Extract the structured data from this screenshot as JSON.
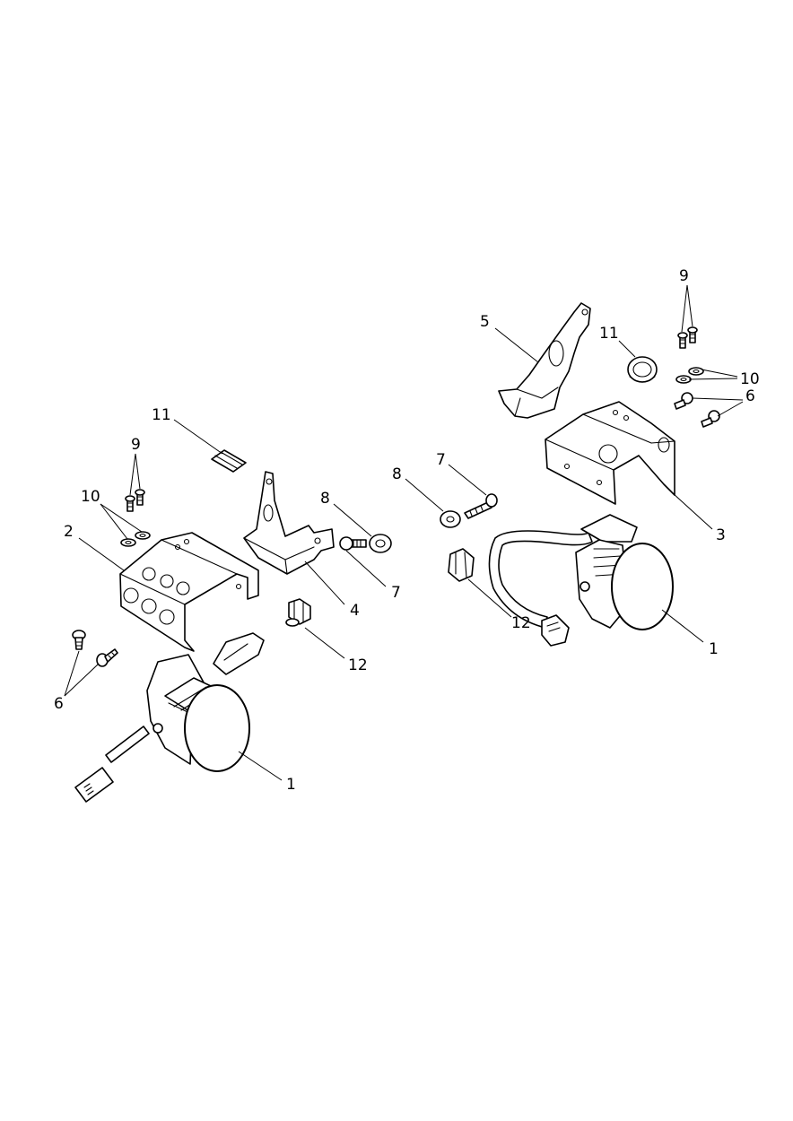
{
  "callouts": {
    "left": {
      "lamp": "1",
      "bracket_main": "2",
      "bracket_mount": "4",
      "screws_6": "6",
      "bolt_7": "7",
      "spacer_8": "8",
      "screws_9": "9",
      "washers_10": "10",
      "grommet_11": "11",
      "clip_12": "12"
    },
    "right": {
      "lamp": "1",
      "bracket_main": "3",
      "bracket_mount": "5",
      "screws_6": "6",
      "bolt_7": "7",
      "spacer_8": "8",
      "screws_9": "9",
      "washers_10": "10",
      "grommet_11": "11",
      "clip_12": "12"
    }
  }
}
